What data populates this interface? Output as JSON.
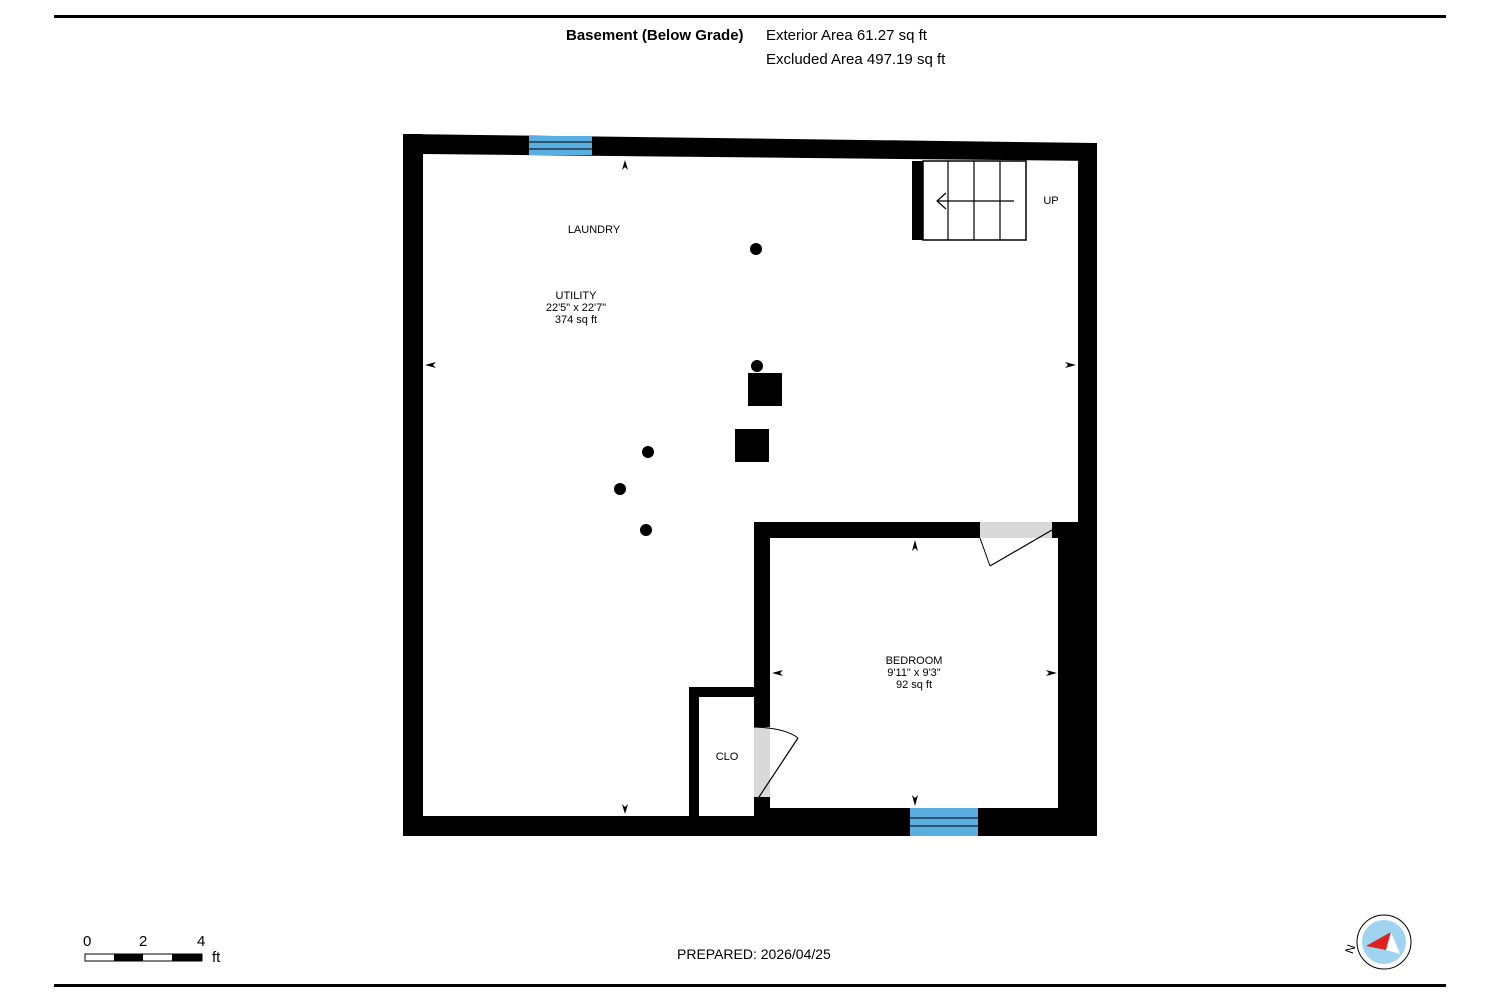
{
  "header": {
    "title": "",
    "level_name": "Basement (Below Grade)",
    "exterior_area": "Exterior Area 61.27 sq ft",
    "excluded_area": "Excluded Area 497.19 sq ft"
  },
  "rooms": [
    {
      "id": "laundry",
      "name": "LAUNDRY",
      "dims": "",
      "area": ""
    },
    {
      "id": "utility",
      "name": "UTILITY",
      "dims": "22'5\" x 22'7\"",
      "area": "374 sq ft"
    },
    {
      "id": "bedroom",
      "name": "BEDROOM",
      "dims": "9'11\" x 9'3\"",
      "area": "92 sq ft"
    },
    {
      "id": "closet",
      "name": "CLO",
      "dims": "",
      "area": ""
    }
  ],
  "stairs": {
    "label": "UP"
  },
  "scale": {
    "ticks": [
      "0",
      "2",
      "4"
    ],
    "unit": "ft"
  },
  "footer": {
    "prepared": "PREPARED: 2026/04/25"
  },
  "compass": {
    "label": "N"
  },
  "colors": {
    "wall": "#000000",
    "window": "#5aaee0",
    "door": "#d9d9d9",
    "compass_red": "#e02020",
    "compass_blue": "#9fd4f0"
  }
}
